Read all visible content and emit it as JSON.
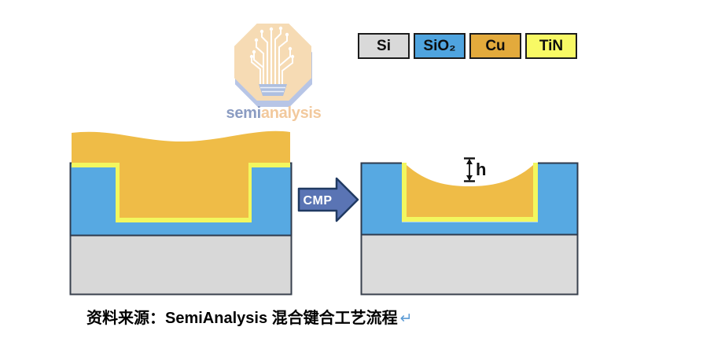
{
  "logo": {
    "brand_prefix": "semi",
    "brand_suffix": "analysis"
  },
  "legend": {
    "items": [
      {
        "label": "Si",
        "color": "#D9D9D9"
      },
      {
        "label": "SiO₂",
        "color": "#4FA4DF"
      },
      {
        "label": "Cu",
        "color": "#E3AA3C"
      },
      {
        "label": "TiN",
        "color": "#F8F965"
      }
    ]
  },
  "process": {
    "arrow_label": "CMP",
    "dishing_label": "h"
  },
  "caption": {
    "source_text": "资料来源：SemiAnalysis 混合键合工艺流程",
    "return_mark": "↵"
  },
  "colors": {
    "si_layer": "#D8D8D8",
    "sio2_layer": "#57A9E2",
    "cu_fill": "#EFBC47",
    "tin_liner": "#F2F75F",
    "arrow_fill": "#5A74B4",
    "arrow_border": "#203A62",
    "layer_border": "#39414E"
  }
}
